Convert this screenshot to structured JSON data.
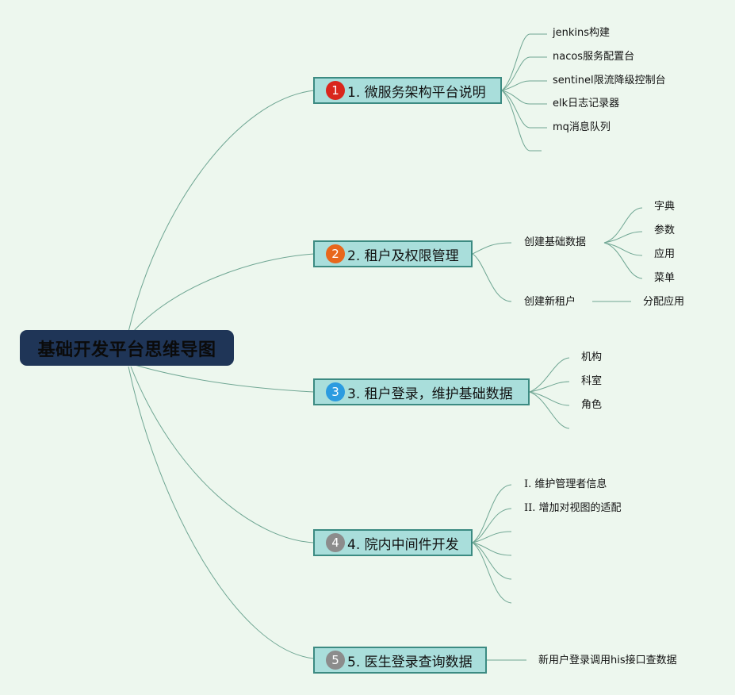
{
  "root": {
    "label": "基础开发平台思维导图"
  },
  "topics": [
    {
      "number": "1",
      "label": "1. 微服务架构平台说明",
      "badge_color": "#d9261c",
      "children": [
        "jenkins构建",
        "nacos服务配置台",
        "sentinel限流降级控制台",
        "elk日志记录器",
        "mq消息队列",
        ""
      ]
    },
    {
      "number": "2",
      "label": "2. 租户及权限管理",
      "badge_color": "#e8671c",
      "children": [
        {
          "label": "创建基础数据",
          "children": [
            "字典",
            "参数",
            "应用",
            "菜单"
          ]
        },
        {
          "label": "创建新租户",
          "children": [
            "分配应用"
          ]
        }
      ]
    },
    {
      "number": "3",
      "label": "3. 租户登录，维护基础数据",
      "badge_color": "#2b9be0",
      "children": [
        "机构",
        "科室",
        "角色",
        ""
      ]
    },
    {
      "number": "4",
      "label": "4. 院内中间件开发",
      "badge_color": "#8c8c8c",
      "children": [
        "I. 维护管理者信息",
        "II. 增加对视图的适配",
        "",
        "",
        "",
        ""
      ]
    },
    {
      "number": "5",
      "label": "5. 医生登录查询数据",
      "badge_color": "#8c8c8c",
      "children": [
        "新用户登录调用his接口查数据"
      ]
    }
  ]
}
